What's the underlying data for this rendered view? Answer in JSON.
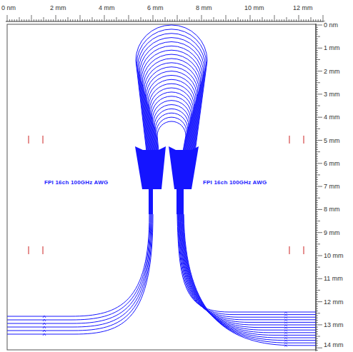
{
  "diagram": {
    "labels": [
      "0 nm",
      "2 mm",
      "4 mm",
      "6 mm",
      "8 mm",
      "10 mm",
      "12 mm",
      "0 nm",
      "1 mm",
      "2 mm",
      "3 mm",
      "4 mm",
      "5 mm",
      "6 mm",
      "7 mm",
      "8 mm",
      "9 mm",
      "10 mm",
      "11 mm",
      "12 mm",
      "13 mm",
      "14 mm",
      "FPI 16ch 100GHz AWG",
      "FPI 16ch 100GHz AWG"
    ]
  }
}
